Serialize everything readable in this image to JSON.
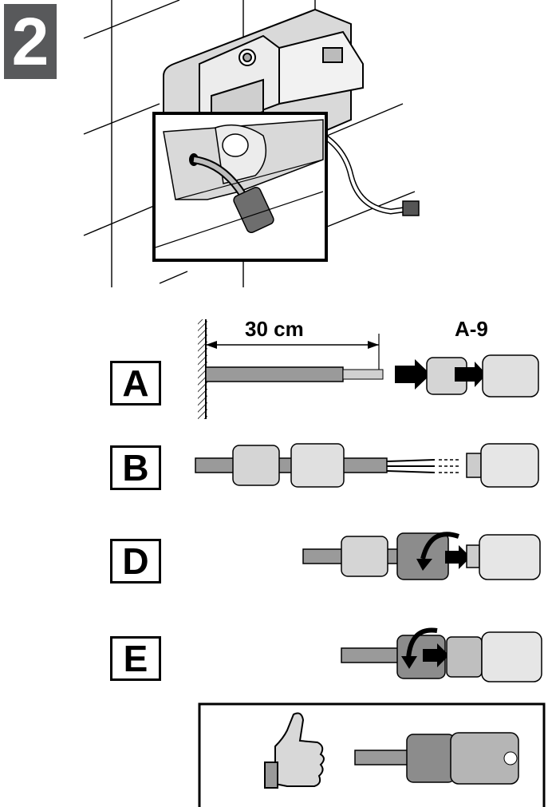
{
  "step": {
    "number": "2"
  },
  "measurement": {
    "length_label": "30 cm"
  },
  "part": {
    "code": "A-9"
  },
  "steps": [
    {
      "letter": "A"
    },
    {
      "letter": "B"
    },
    {
      "letter": "D"
    },
    {
      "letter": "E"
    }
  ],
  "colors": {
    "badge": "#58595b",
    "line": "#000000",
    "cable": "#9a9a9a",
    "connector": "#c8c8c8"
  }
}
